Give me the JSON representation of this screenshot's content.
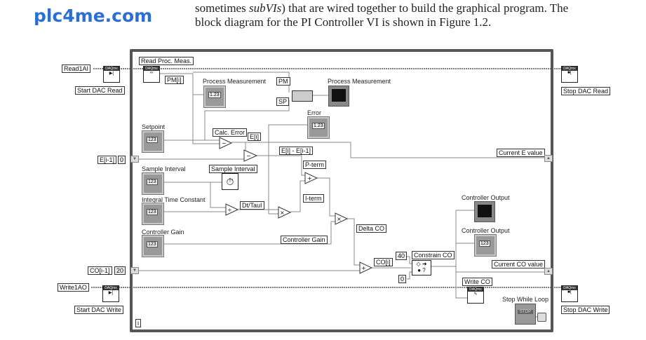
{
  "logo": "plc4me.com",
  "paragraph": {
    "line1_pre": "sometimes ",
    "line1_em": "subVIs",
    "line1_post": ") that are wired together to build the graphical program. The",
    "line2": "block diagram for the PI Controller VI is shown in Figure 1.2."
  },
  "outside": {
    "read_channel": "Read1AI",
    "start_read": "Start DAC Read",
    "write_channel": "Write1AO",
    "start_write": "Start DAC Write",
    "e_prev": "E[i-1]",
    "e_init": "0",
    "co_prev": "CO[i-1]",
    "co_init": "20",
    "stop_read": "Stop DAC Read",
    "stop_write": "Stop DAC Write",
    "daqmx": "DAQmx"
  },
  "loop": {
    "read_proc": "Read Proc. Meas.",
    "pm_i": "PM[i]",
    "pm_ind": "Process Measurement",
    "pm": "PM",
    "sp": "SP",
    "pm_chart": "Process Measurement",
    "error": "Error",
    "setpoint": "Setpoint",
    "calc_error": "Calc. Error",
    "e_i": "E[i]",
    "e_diff": "E[i] - E[i-1]",
    "p_term": "P-term",
    "current_e": "Current E value",
    "sample_interval": "Sample Interval",
    "sample_interval_box": "Sample Interval",
    "i_term": "I-term",
    "integral": "Integral Time Constant",
    "dt_taui": "Dt/TauI",
    "controller_gain": "Controller Gain",
    "controller_gain_box": "Controller Gain",
    "delta_co": "Delta CO",
    "co_chart": "Controller Output",
    "co_ind": "Controller Output",
    "max": "40",
    "min": "0",
    "constrain": "Constrain CO",
    "co_i": "CO[i]",
    "current_co": "Current CO value",
    "write_co": "Write CO",
    "stop_loop": "Stop While Loop",
    "stop_btn": "STOP",
    "iteration": "i",
    "numeric": "1.23",
    "numeric_ctl": "123"
  }
}
